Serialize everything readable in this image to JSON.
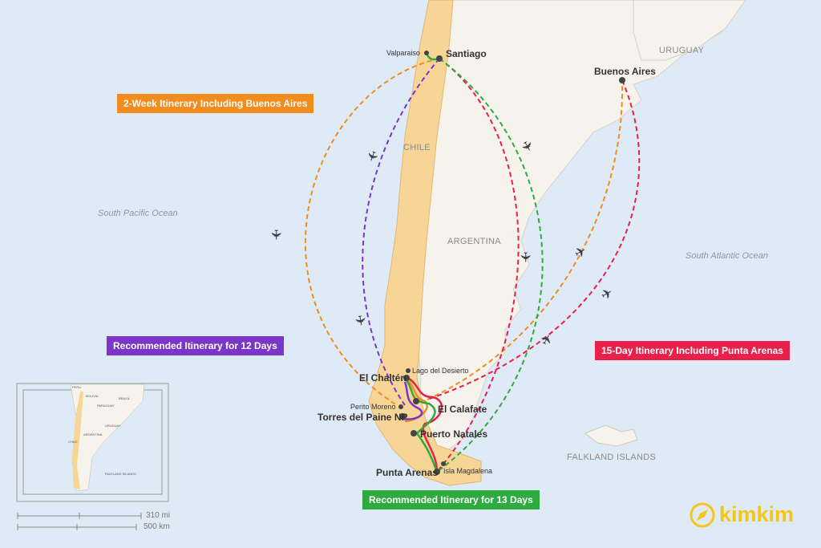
{
  "title_badges": {
    "two_week": "2-Week Itinerary Including Buenos Aires",
    "twelve": "Recommended Itinerary for 12 Days",
    "fifteen": "15-Day Itinerary Including Punta Arenas",
    "thirteen": "Recommended Itinerary for 13 Days"
  },
  "colors": {
    "orange": "#f28c1c",
    "purple": "#7b35c8",
    "red": "#e8204a",
    "green": "#2eab3e",
    "chile": "#f7d597",
    "land": "#f6f3ec",
    "ocean": "#dfeaf7",
    "logo": "#f5c518"
  },
  "cities": {
    "valparaiso": "Valparaiso",
    "santiago": "Santiago",
    "buenos_aires": "Buenos Aires",
    "lago": "Lago del Desierto",
    "chalten": "El Chaltén",
    "perito": "Perito Moreno",
    "calafate": "El Calafate",
    "torres": "Torres del Paine NP",
    "natales": "Puerto Natales",
    "punta": "Punta Arenas",
    "magdalena": "Isla Magdalena"
  },
  "countries": {
    "uruguay": "URUGUAY",
    "chile": "CHILE",
    "argentina": "ARGENTINA",
    "falkland": "FALKLAND ISLANDS"
  },
  "oceans": {
    "pacific": "South Pacific Ocean",
    "atlantic": "South Atlantic Ocean"
  },
  "inset": {
    "peru": "PERU",
    "bolivia": "BOLIVIA",
    "brazil": "BRAZIL",
    "paraguay": "PARAGUAY",
    "uruguay": "URUGUAY",
    "argentina": "ARGENTINA",
    "chile": "CHILE",
    "falkland": "FALKLAND ISLANDS"
  },
  "scale": {
    "miles": "310 mi",
    "km": "500 km"
  },
  "logo": {
    "text": "kimkim"
  }
}
